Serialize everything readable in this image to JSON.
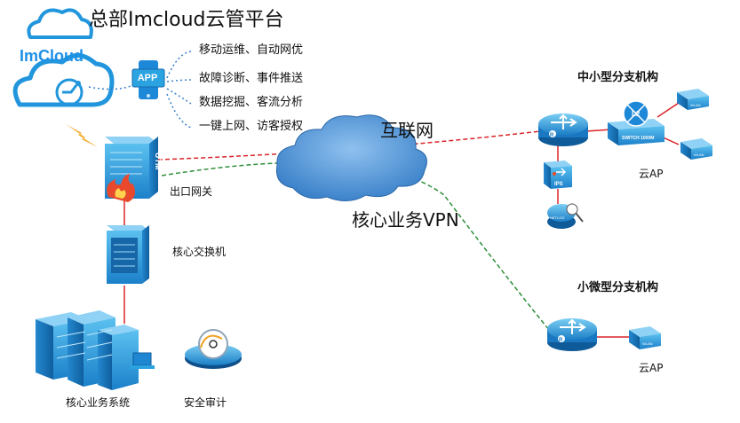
{
  "platform": {
    "title": "总部Imcloud云管平台",
    "logo_text": "ImCloud",
    "app_label": "APP",
    "features": [
      "移动运维、自动网优",
      "故障诊断、事件推送",
      "数据挖掘、客流分析",
      "一键上网、访客授权"
    ]
  },
  "nodes": {
    "utm_label": "UTM",
    "gateway": "出口网关",
    "core_switch": "核心交换机",
    "core_system": "核心业务系统",
    "security_audit": "安全审计",
    "internet": "互联网",
    "vpn": "核心业务VPN"
  },
  "branches": {
    "medium": {
      "title": "中小型分支机构",
      "ap_label": "云AP",
      "switch_label": "SWITCH 1000M",
      "l2_label": "L2",
      "ips_label": "IPS",
      "netlog_label": "NETLOG",
      "router_mark": "R",
      "wlan_label": "WLAN"
    },
    "small": {
      "title": "小微型分支机构",
      "ap_label": "云AP",
      "router_mark": "R",
      "wlan_label": "WLAN"
    }
  },
  "colors": {
    "primary_blue": "#2aa3e0",
    "dark_blue": "#1577b8",
    "red_link": "#d9252a",
    "green_link": "#2f8f3a",
    "cloud_fill": "#4f95d9"
  }
}
